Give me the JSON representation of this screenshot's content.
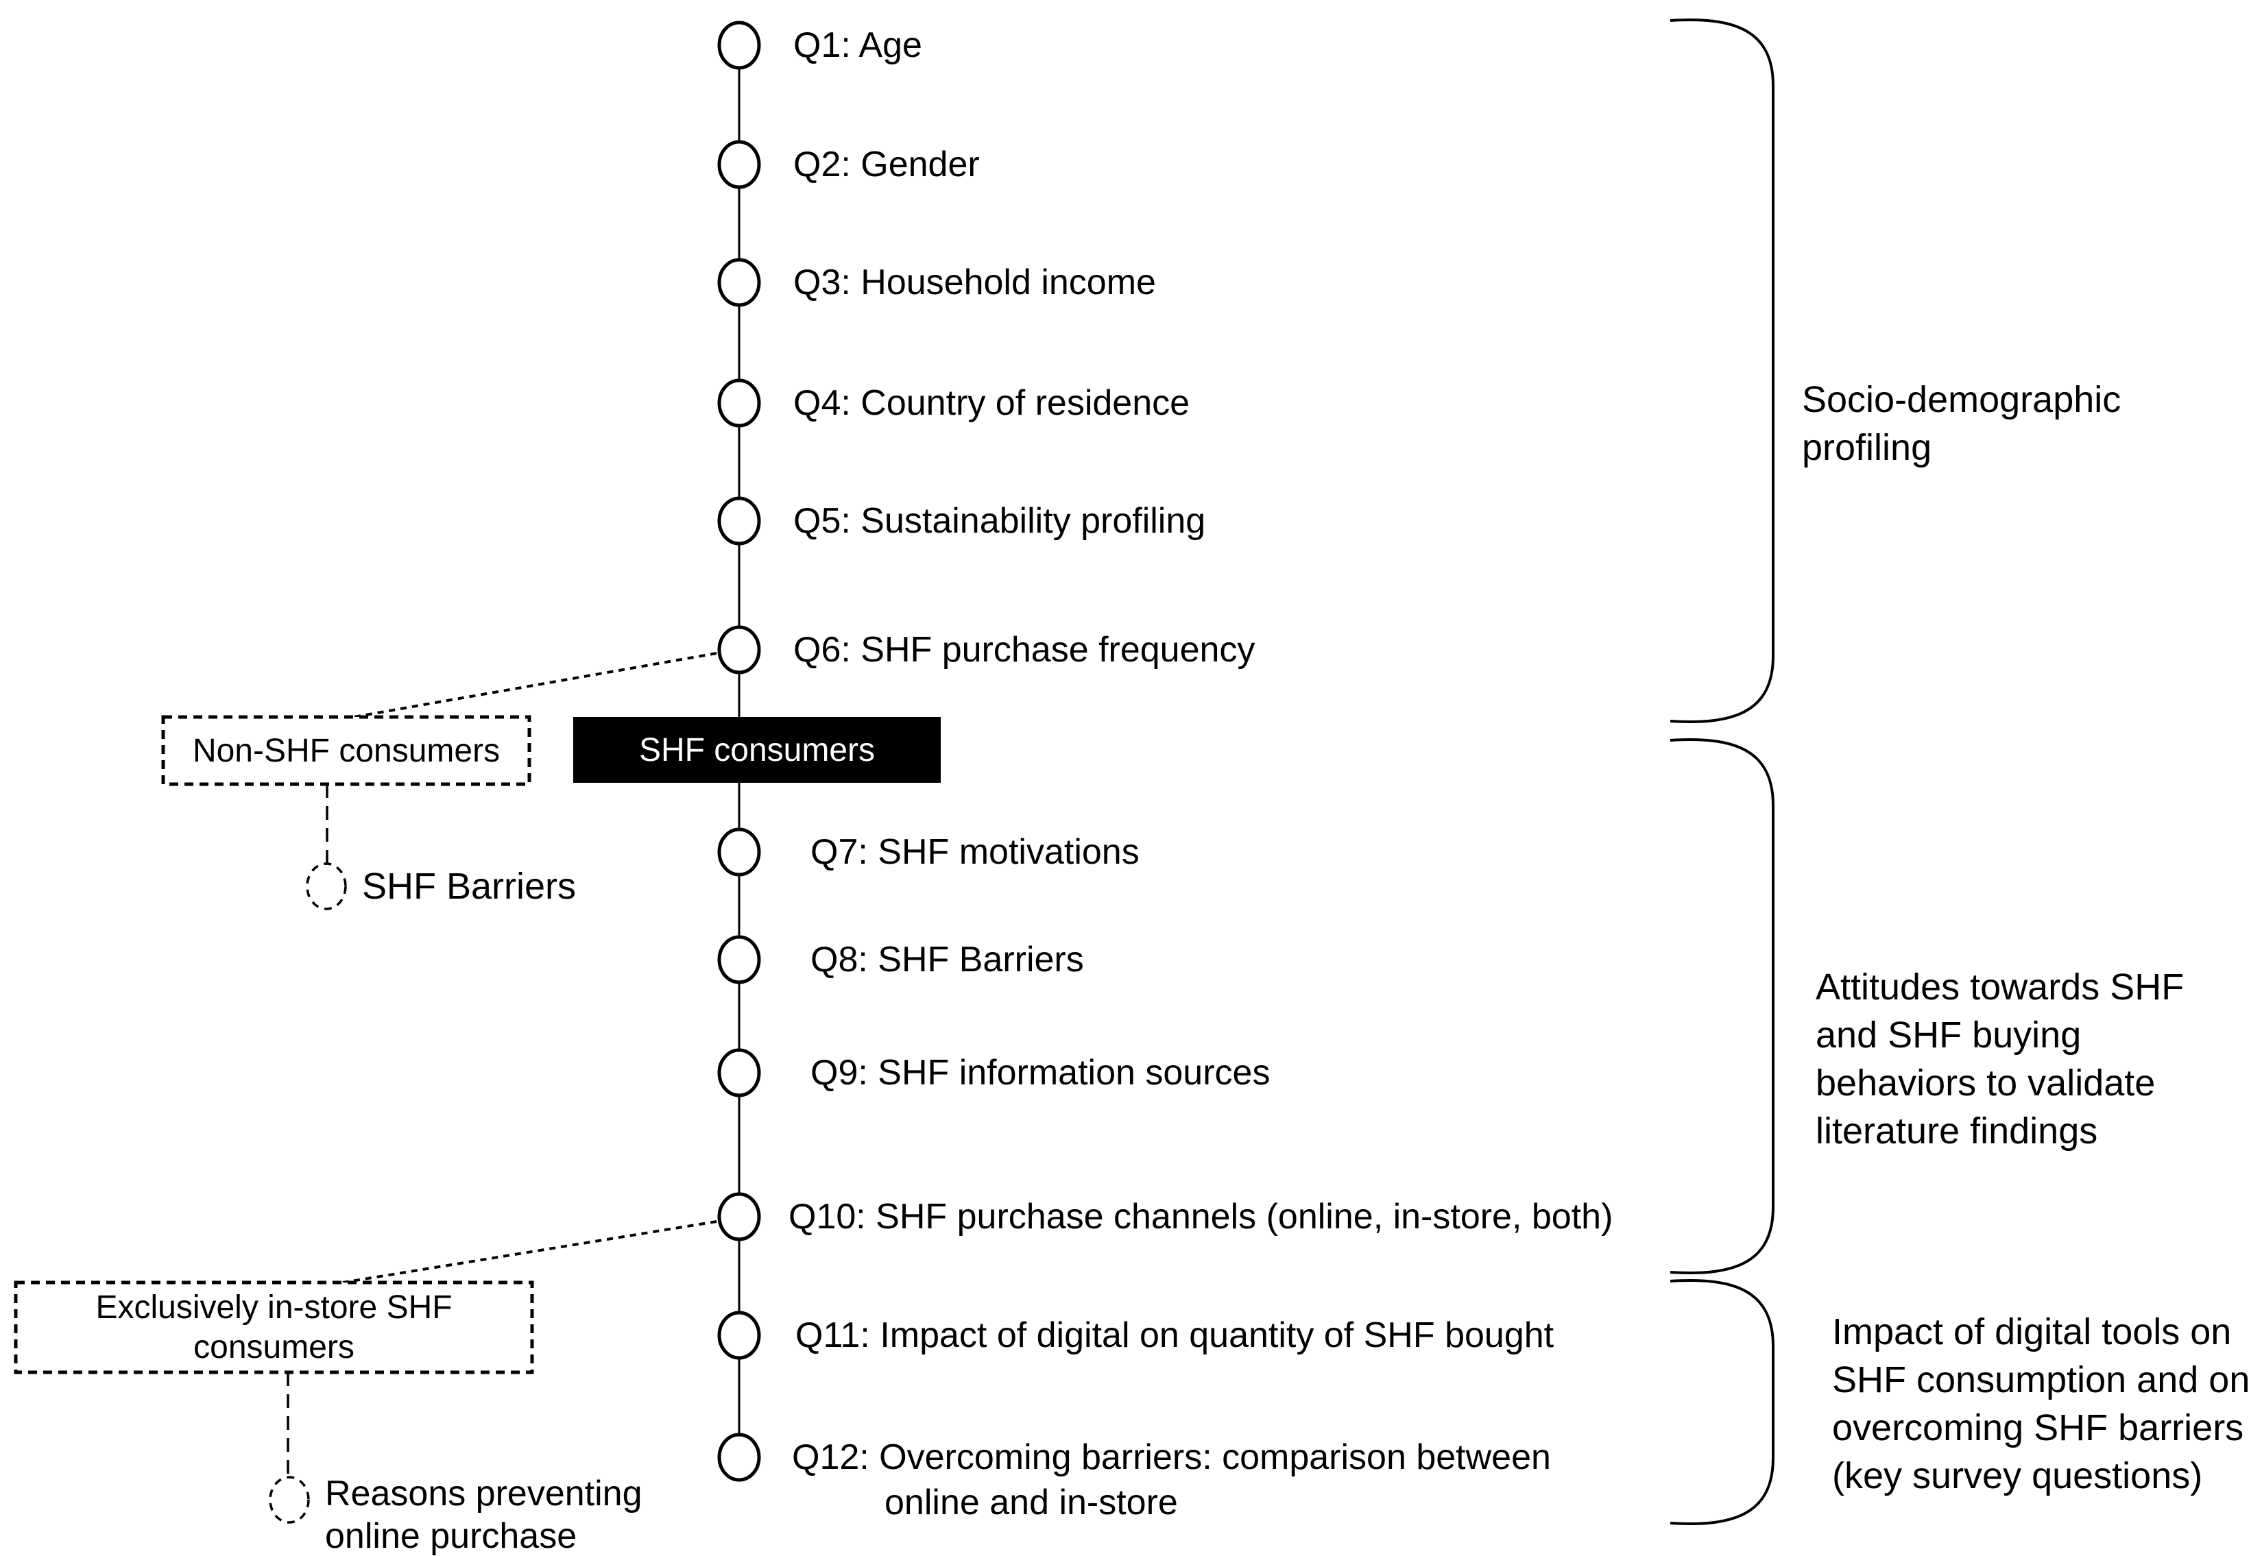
{
  "figure": {
    "type": "survey-flow-diagram",
    "colors": {
      "background": "#ffffff",
      "ink": "#000000",
      "segment_fill": "#000000",
      "segment_text": "#ffffff"
    },
    "timeline": {
      "segment_label": "SHF consumers",
      "questions": [
        {
          "label": "Q1: Age"
        },
        {
          "label": "Q2: Gender"
        },
        {
          "label": "Q3: Household income"
        },
        {
          "label": "Q4: Country of residence"
        },
        {
          "label": "Q5: Sustainability profiling"
        },
        {
          "label": "Q6: SHF purchase frequency"
        },
        {
          "label": "Q7: SHF motivations"
        },
        {
          "label": "Q8: SHF Barriers"
        },
        {
          "label": "Q9: SHF information sources"
        },
        {
          "label": "Q10: SHF purchase channels (online, in-store, both)"
        },
        {
          "label": "Q11: Impact of digital on quantity of SHF bought"
        },
        {
          "label": "Q12: Overcoming barriers: comparison between",
          "label_continued": "online and in-store"
        }
      ]
    },
    "branches": {
      "non_shf": {
        "box_label": "Non-SHF consumers",
        "outcome_label": "SHF Barriers"
      },
      "exclusively_in_store": {
        "box_lines": [
          "Exclusively in-store SHF",
          "consumers"
        ],
        "outcome_lines": [
          "Reasons preventing",
          "online purchase"
        ]
      }
    },
    "groups": [
      {
        "lines": [
          "Socio-demographic",
          "profiling"
        ]
      },
      {
        "lines": [
          "Attitudes towards SHF",
          "and SHF buying",
          "behaviors to validate",
          "literature findings"
        ]
      },
      {
        "lines": [
          "Impact of digital tools on",
          "SHF consumption and on",
          "overcoming SHF barriers",
          "(key survey questions)"
        ]
      }
    ]
  }
}
